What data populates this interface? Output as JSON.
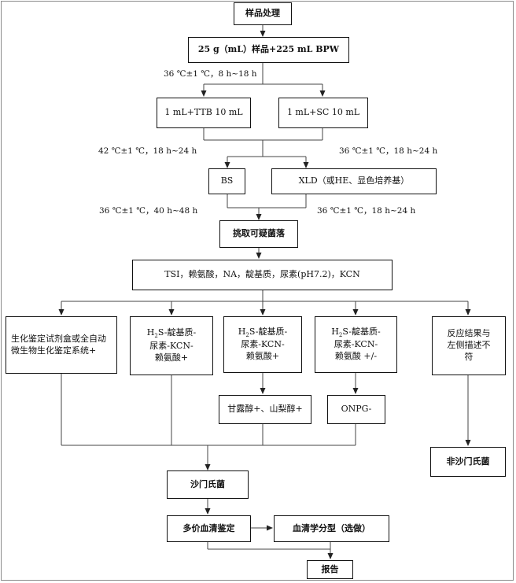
{
  "nodes": {
    "sample_processing": "样品处理",
    "sample_bpw": "25 g（mL）样品+225 mL BPW",
    "ttb": "1 mL+TTB 10 mL",
    "sc": "1 mL+SC 10 mL",
    "bs": "BS",
    "xld": "XLD（或HE、显色培养基）",
    "pick_colonies": "挑取可疑菌落",
    "tests": "TSI，赖氨酸，NA，靛基质，尿素(pH7.2)，KCN",
    "biochem_kit": "生化鉴定试剂盒或全自动微生物生化鉴定系统+",
    "r1_line1_pre": "H",
    "r1_line1_sub": "2",
    "r1_line1_post": "S-靛基质-",
    "r1_line2": "尿素-KCN-",
    "r1_line3": "赖氨酸+",
    "r2_line1_pre": "H",
    "r2_line1_sub": "2",
    "r2_line1_post": "S-靛基质-",
    "r2_line2": "尿素-KCN-",
    "r2_line3": "赖氨酸+",
    "r3_line1_pre": "H",
    "r3_line1_sub": "2",
    "r3_line1_post": "S-靛基质-",
    "r3_line2": "尿素-KCN-",
    "r3_line3": "赖氨酸 +/-",
    "mismatch": "反应结果与左侧描述不符",
    "mannitol": "甘露醇+、山梨醇+",
    "onpg": "ONPG-",
    "salmonella": "沙门氏菌",
    "non_salmonella": "非沙门氏菌",
    "polyvalent": "多价血清鉴定",
    "serotyping": "血清学分型（选做）",
    "report": "报告"
  },
  "conditions": {
    "pre_enrich": "36 ℃±1 ℃，8 h~18 h",
    "ttb_incubate": "42 ℃±1 ℃，18 h~24 h",
    "sc_incubate": "36 ℃±1 ℃，18 h~24 h",
    "bs_incubate": "36 ℃±1 ℃，40 h~48 h",
    "xld_incubate": "36 ℃±1 ℃，18 h~24 h"
  }
}
